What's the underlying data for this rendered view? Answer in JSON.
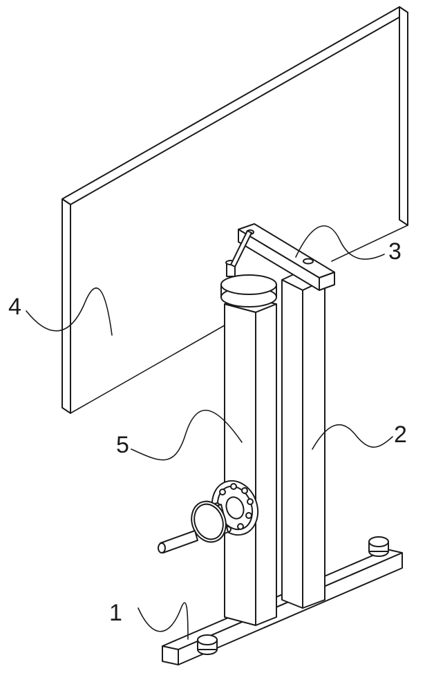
{
  "labels": {
    "base": "1",
    "column": "2",
    "crossbar": "3",
    "board": "4",
    "post": "5"
  },
  "colors": {
    "line": "#1a1a1a",
    "background": "#ffffff"
  }
}
